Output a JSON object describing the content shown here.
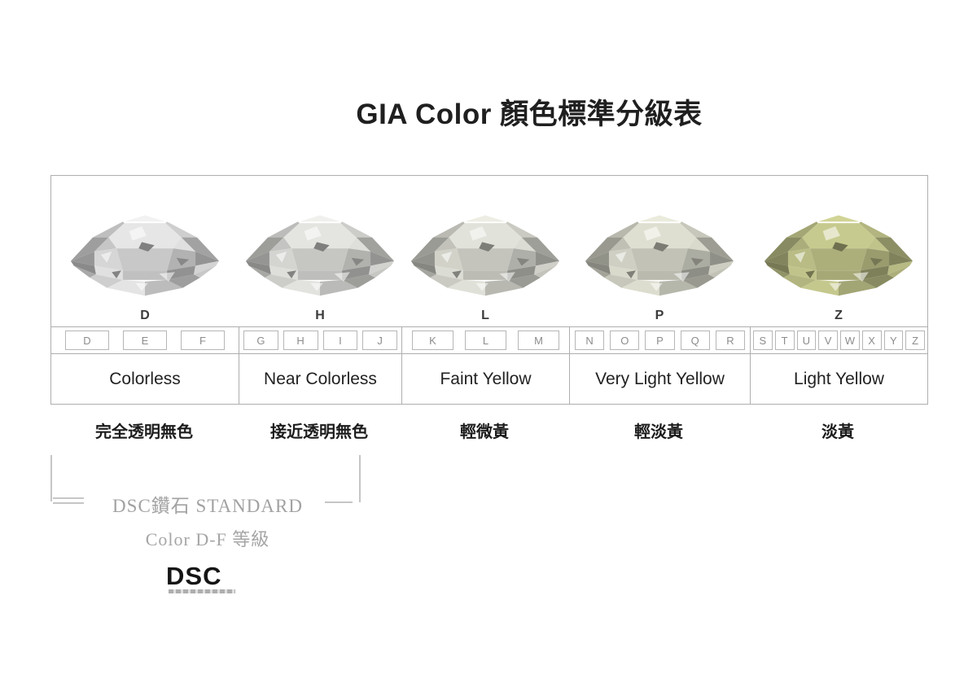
{
  "title": "GIA Color 顏色標準分級表",
  "table": {
    "tint_color": "#d6da8c",
    "columns": [
      {
        "grade_label": "D",
        "letters": [
          "D",
          "E",
          "F"
        ],
        "name_en": "Colorless",
        "name_zh": "完全透明無色",
        "tint": 0
      },
      {
        "grade_label": "H",
        "letters": [
          "G",
          "H",
          "I",
          "J"
        ],
        "name_en": "Near Colorless",
        "name_zh": "接近透明無色",
        "tint": 0.05
      },
      {
        "grade_label": "L",
        "letters": [
          "K",
          "L",
          "M"
        ],
        "name_en": "Faint Yellow",
        "name_zh": "輕微黃",
        "tint": 0.13
      },
      {
        "grade_label": "P",
        "letters": [
          "N",
          "O",
          "P",
          "Q",
          "R"
        ],
        "name_en": "Very Light Yellow",
        "name_zh": "輕淡黃",
        "tint": 0.2
      },
      {
        "grade_label": "Z",
        "letters": [
          "S",
          "T",
          "U",
          "V",
          "W",
          "X",
          "Y",
          "Z"
        ],
        "name_en": "Light Yellow",
        "name_zh": "淡黃",
        "tint": 0.85
      }
    ]
  },
  "footer": {
    "standard_line": "DSC鑽石 STANDARD",
    "grade_line": "Color D-F 等級",
    "logo_text": "DSC"
  },
  "colors": {
    "table_border": "#aeaeae",
    "letter_text": "#8c8c8c",
    "category_text": "#222222",
    "title_text": "#1f1f1f",
    "footer_text": "#a2a2a2",
    "bracket_line": "#c6c6c6",
    "diamond_tint": "#d6da8c"
  }
}
